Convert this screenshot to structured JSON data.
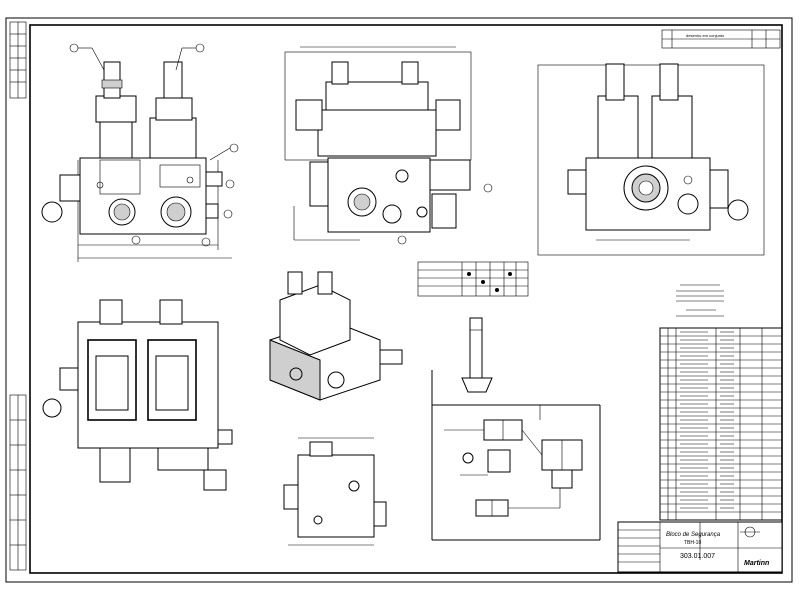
{
  "title_block": {
    "title_line1": "Bloco de Segurança",
    "title_line2": "TBH-10",
    "drawing_number": "303.01.007",
    "company": "Martinn"
  },
  "top_right_table": {
    "text": "desenho em conjunto"
  },
  "parts_list": {
    "row_count": 24
  }
}
